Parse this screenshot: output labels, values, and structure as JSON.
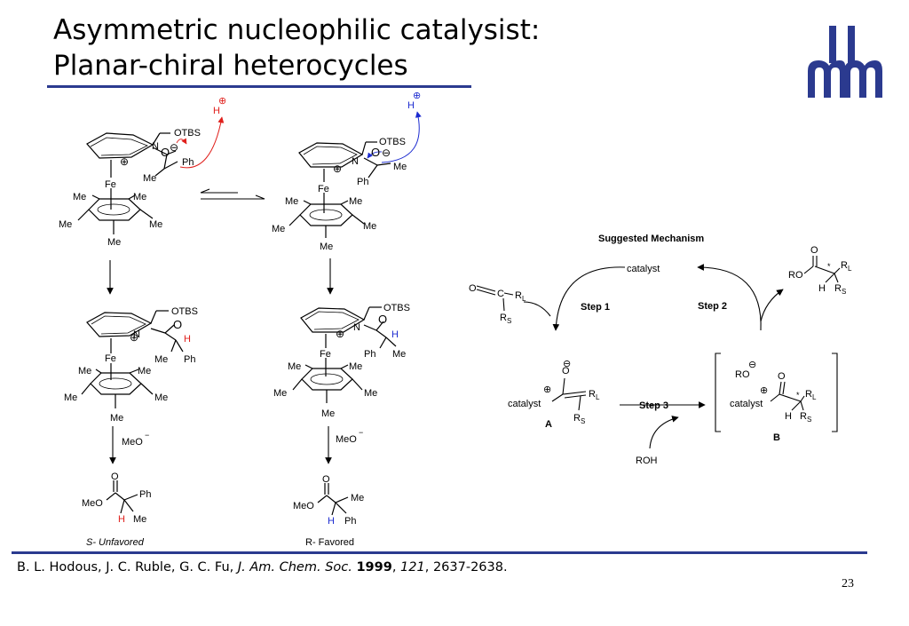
{
  "slide": {
    "title_line1": "Asymmetric nucleophilic catalysist:",
    "title_line2": "Planar-chiral heterocycles",
    "page_number": "23",
    "colors": {
      "rule": "#2b3a8f",
      "logo": "#2b3a8f",
      "red": "#e0201c",
      "blue": "#1c2bd0"
    }
  },
  "citation": {
    "authors": "B. L. Hodous, J. C. Ruble, G. C. Fu, ",
    "journal": "J. Am. Chem. Soc.",
    "year": "1999",
    "volume": "121",
    "pages": ", 2637-2638."
  },
  "scheme": {
    "charge_plus": "⊕",
    "charge_minus": "⊖",
    "h": "H",
    "n": "N",
    "o": "O",
    "fe": "Fe",
    "me": "Me",
    "ph": "Ph",
    "otbs": "OTBS",
    "meo_reagent": "MeO",
    "meo": "MeO",
    "s_label": "S- Unfavored",
    "r_label": "R- Favored"
  },
  "mechanism": {
    "title": "Suggested Mechanism",
    "catalyst": "catalyst",
    "step1": "Step 1",
    "step2": "Step 2",
    "step3": "Step 3",
    "roh": "ROH",
    "ro": "RO",
    "label_a": "A",
    "label_b": "B",
    "c": "C",
    "star": "*",
    "r": "R",
    "sub_l": "L",
    "sub_s": "S"
  }
}
